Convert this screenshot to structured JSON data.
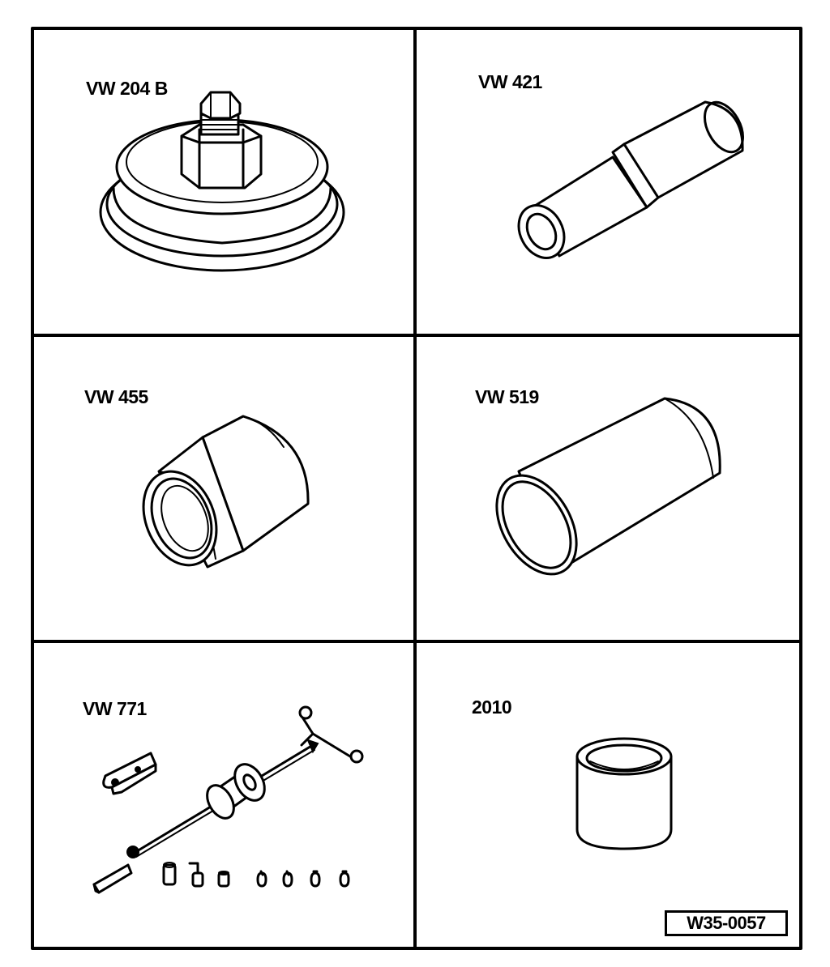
{
  "panels": [
    {
      "id": "vw204b",
      "label": "VW 204 B"
    },
    {
      "id": "vw421",
      "label": "VW 421"
    },
    {
      "id": "vw455",
      "label": "VW 455"
    },
    {
      "id": "vw519",
      "label": "VW 519"
    },
    {
      "id": "vw771",
      "label": "VW 771"
    },
    {
      "id": "t2010",
      "label": "2010"
    }
  ],
  "reference": "W35-0057"
}
